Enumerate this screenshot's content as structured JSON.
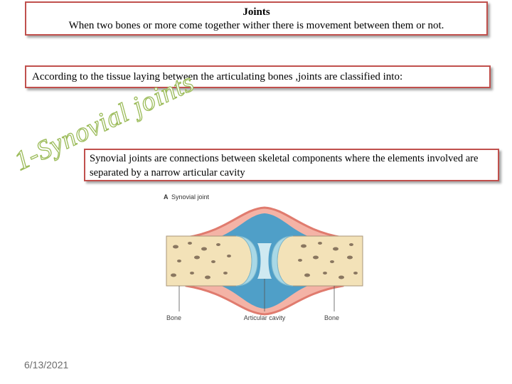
{
  "slide": {
    "title": "Joints",
    "definition": "When two bones or more come together wither there is movement between them or not.",
    "classification": "According to the tissue laying between the articulating bones ,joints are classified into:",
    "heading": "1-Synovial joints",
    "synovial_description": "Synovial joints are connections between skeletal components where the elements involved are separated by a narrow articular cavity",
    "date": "6/13/2021"
  },
  "diagram": {
    "caption_letter": "A",
    "caption": "Synovial joint",
    "label_bone_left": "Bone",
    "label_cavity": "Articular cavity",
    "label_bone_right": "Bone"
  },
  "colors": {
    "box_border": "#c0504d",
    "heading_fill": "#ffffff",
    "heading_stroke": "#9bbb59",
    "bone": "#f3e2b8",
    "cartilage": "#a8d8e6",
    "capsule": "#e07b6e"
  }
}
